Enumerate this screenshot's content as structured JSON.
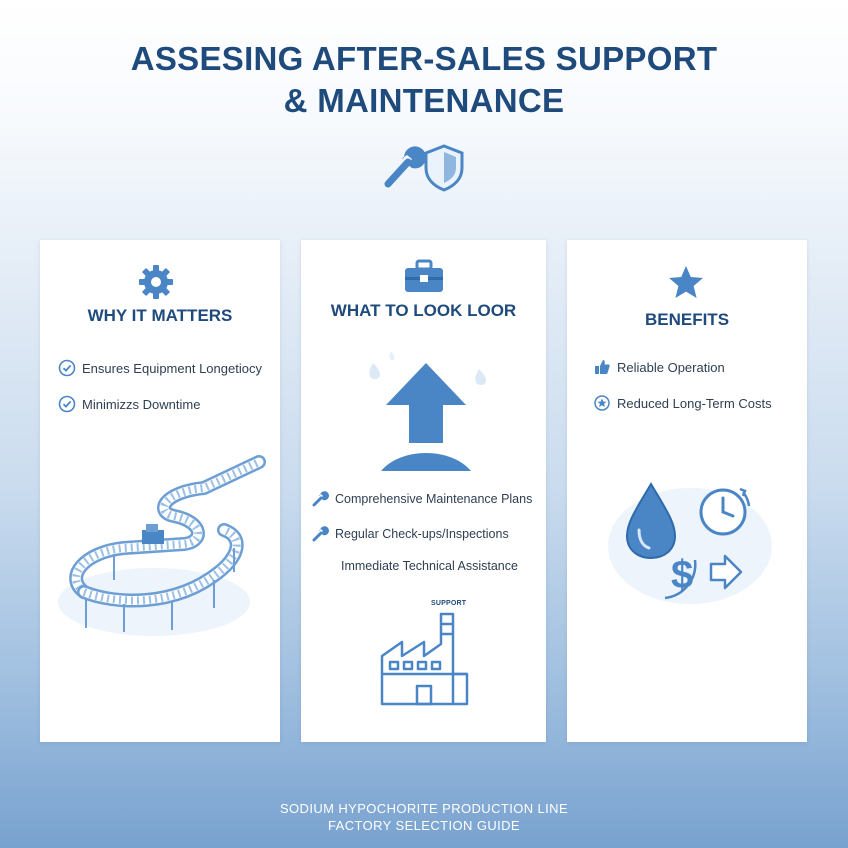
{
  "title": {
    "line1": "ASSESING AFTER-SALES SUPPORT",
    "line2": "& MAINTENANCE"
  },
  "hero_icons": [
    "wrench-icon",
    "shield-icon"
  ],
  "cards": [
    {
      "icon": "gear-icon",
      "title": "WHY IT MATTERS",
      "items": [
        {
          "icon": "check-circle-icon",
          "label": "Ensures Equipment Longetiocy"
        },
        {
          "icon": "check-circle-icon",
          "label": "Minimizzs Downtime"
        }
      ],
      "illustration": "conveyor-line-illustration"
    },
    {
      "icon": "toolbox-icon",
      "title": "WHAT TO LOOK LOOR",
      "items": [
        {
          "icon": "wrench-icon",
          "label": "Comprehensive Maintenance Plans"
        },
        {
          "icon": "wrench-icon",
          "label": "Regular Check-ups/Inspections"
        },
        {
          "icon": "",
          "label": "Immediate Technical Assistance"
        }
      ],
      "illustration": "up-arrow-illustration",
      "factory_label": "SUPPORT"
    },
    {
      "icon": "star-icon",
      "title": "BENEFITS",
      "items": [
        {
          "icon": "thumbs-up-icon",
          "label": "Reliable Operation"
        },
        {
          "icon": "badge-icon",
          "label": "Reduced Long-Term Costs"
        }
      ],
      "illustration": "drop-clock-dollar-illustration"
    }
  ],
  "footer": {
    "line1": "SODIUM HYPOCHORITE PRODUCTION LINE",
    "line2": "FACTORY SELECTION GUIDE"
  },
  "colors": {
    "title": "#1f4a7c",
    "accent": "#4a86c5",
    "accent_light": "#a9c8e8",
    "text": "#2f3f52"
  }
}
